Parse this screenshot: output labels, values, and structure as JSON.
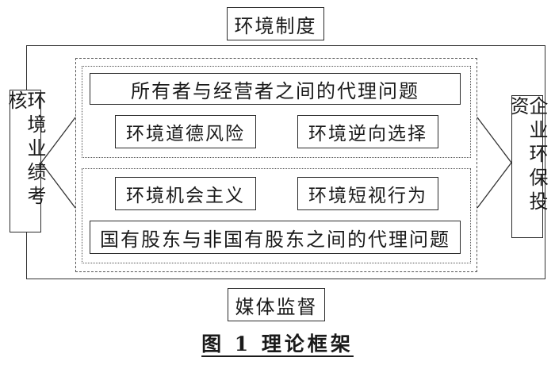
{
  "top_node": {
    "label": "环境制度"
  },
  "bottom_node": {
    "label": "媒体监督"
  },
  "left_node": {
    "label": "环境业绩考核"
  },
  "right_node": {
    "label": "企业环保投资"
  },
  "upper_group": {
    "wide_box": "所有者与经营者之间的代理问题",
    "left_box": "环境道德风险",
    "right_box": "环境逆向选择"
  },
  "lower_group": {
    "left_box": "环境机会主义",
    "right_box": "环境短视行为",
    "wide_box": "国有股东与非国有股东之间的代理问题"
  },
  "caption": "图 1  理论框架"
}
